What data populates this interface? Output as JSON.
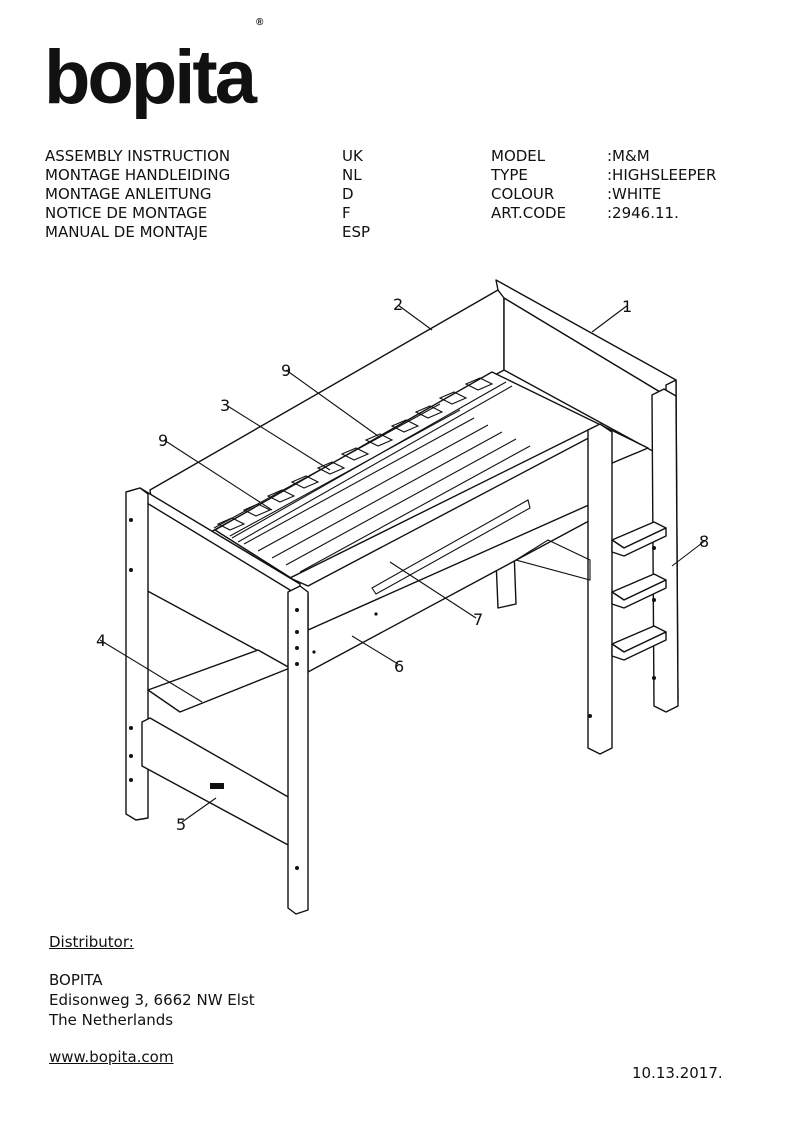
{
  "brand": {
    "name": "bopita",
    "registered": "®"
  },
  "header": {
    "titles": [
      "ASSEMBLY INSTRUCTION",
      "MONTAGE HANDLEIDING",
      "MONTAGE ANLEITUNG",
      "NOTICE DE MONTAGE",
      "MANUAL DE MONTAJE"
    ],
    "languages": [
      "UK",
      "NL",
      "D",
      "F",
      "ESP"
    ],
    "keys": [
      "MODEL",
      "TYPE",
      "COLOUR",
      "ART.CODE"
    ],
    "values": [
      ":M&M",
      ":HIGHSLEEPER",
      ":WHITE",
      ":2946.11."
    ]
  },
  "drawing": {
    "part_labels": [
      "1",
      "2",
      "3",
      "4",
      "5",
      "6",
      "7",
      "8",
      "9",
      "9"
    ]
  },
  "footer": {
    "distributor_label": "Distributor:",
    "address": [
      "BOPITA",
      "Edisonweg 3, 6662 NW Elst",
      "The Netherlands"
    ],
    "website": "www.bopita.com",
    "date": "10.13.2017."
  }
}
